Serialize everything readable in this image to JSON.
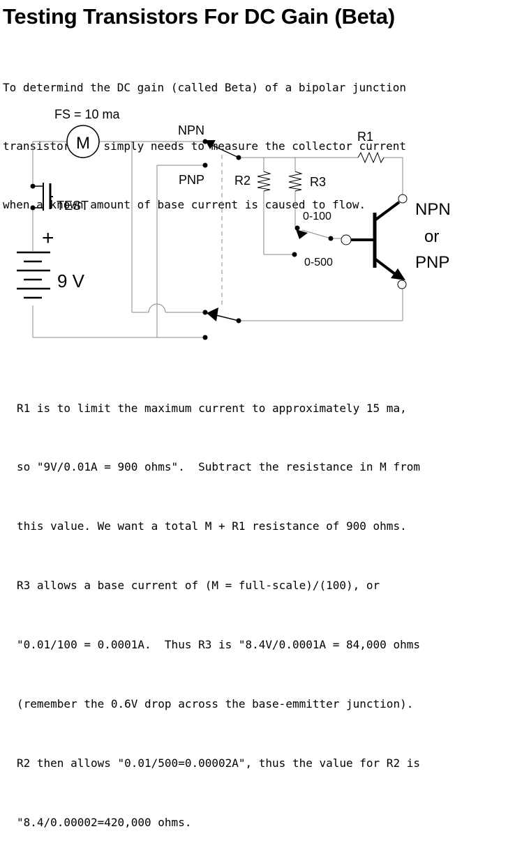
{
  "title": "Testing Transistors For DC Gain (Beta)",
  "intro": [
    "To determind the DC gain (called Beta) of a bipolar junction",
    "transistor one simply needs to measure the collector current",
    "when a known amount of base current is caused to flow."
  ],
  "schematic": {
    "meter_label": "FS = 10 ma",
    "meter_symbol": "M",
    "switch_npn": "NPN",
    "switch_pnp": "PNP",
    "test_label": "TEST",
    "battery_plus": "+",
    "battery_voltage": "9 V",
    "r1": "R1",
    "r2": "R2",
    "r3": "R3",
    "range_100": "0-100",
    "range_500": "0-500",
    "transistor_npn": "NPN",
    "transistor_or": "or",
    "transistor_pnp": "PNP"
  },
  "notes": [
    "R1 is to limit the maximum current to approximately 15 ma,",
    "so \"9V/0.01A = 900 ohms\".  Subtract the resistance in M from",
    "this value. We want a total M + R1 resistance of 900 ohms.",
    "R3 allows a base current of (M = full-scale)/(100), or",
    "\"0.01/100 = 0.0001A.  Thus R3 is \"8.4V/0.0001A = 84,000 ohms",
    "(remember the 0.6V drop across the base-emmitter junction).",
    "R2 then allows \"0.01/500=0.00002A\", thus the value for R2 is",
    "\"8.4/0.00002=420,000 ohms."
  ]
}
